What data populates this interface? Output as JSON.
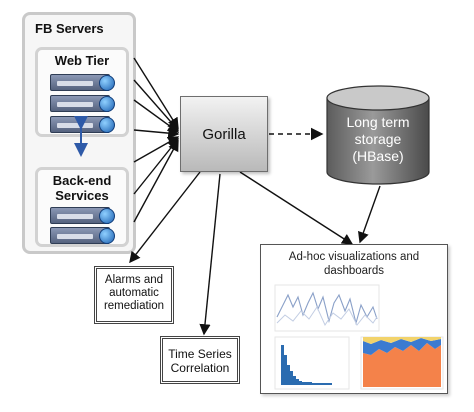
{
  "fb_servers": {
    "title": "FB Servers"
  },
  "web_tier": {
    "title": "Web Tier",
    "server_count": 3
  },
  "backend": {
    "title_line1": "Back-end",
    "title_line2": "Services",
    "server_count": 2
  },
  "gorilla": {
    "label": "Gorilla"
  },
  "storage": {
    "line1": "Long term",
    "line2": "storage",
    "line3": "(HBase)"
  },
  "alarms": {
    "line1": "Alarms and",
    "line2": "automatic",
    "line3": "remediation"
  },
  "timeseries": {
    "line1": "Time Series",
    "line2": "Correlation"
  },
  "adhoc": {
    "line1": "Ad-hoc visualizations and",
    "line2": "dashboards"
  },
  "colors": {
    "arrow": "#111111",
    "link": "#2e5aa8",
    "chart_line": "#8aa0c8",
    "area_orange": "#f4824a",
    "area_blue": "#3b7bd0",
    "hist": "#2b6cb0"
  }
}
